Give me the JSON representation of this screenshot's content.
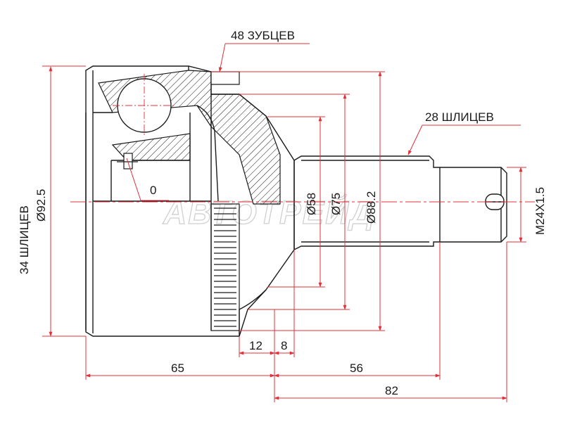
{
  "labels": {
    "teeth": "48 ЗУБЦЕВ",
    "splines_outer": "28 ШЛИЦЕВ",
    "splines_inner": "34 ШЛИЦЕВ",
    "dia_outer": "Ø92.5",
    "dia_58": "Ø58",
    "dia_75": "Ø75",
    "dia_88": "Ø88.2",
    "thread": "M24X1.5",
    "zero": "0"
  },
  "dimensions": {
    "d12": "12",
    "d8": "8",
    "d65": "65",
    "d56": "56",
    "d82": "82"
  },
  "watermark": "АВТОТРЕЙД",
  "colors": {
    "outline": "#1a1a1a",
    "dimension": "#e0303a",
    "centerline": "#e0303a",
    "hatch": "#1a1a1a",
    "watermark": "#d0d0d0"
  }
}
